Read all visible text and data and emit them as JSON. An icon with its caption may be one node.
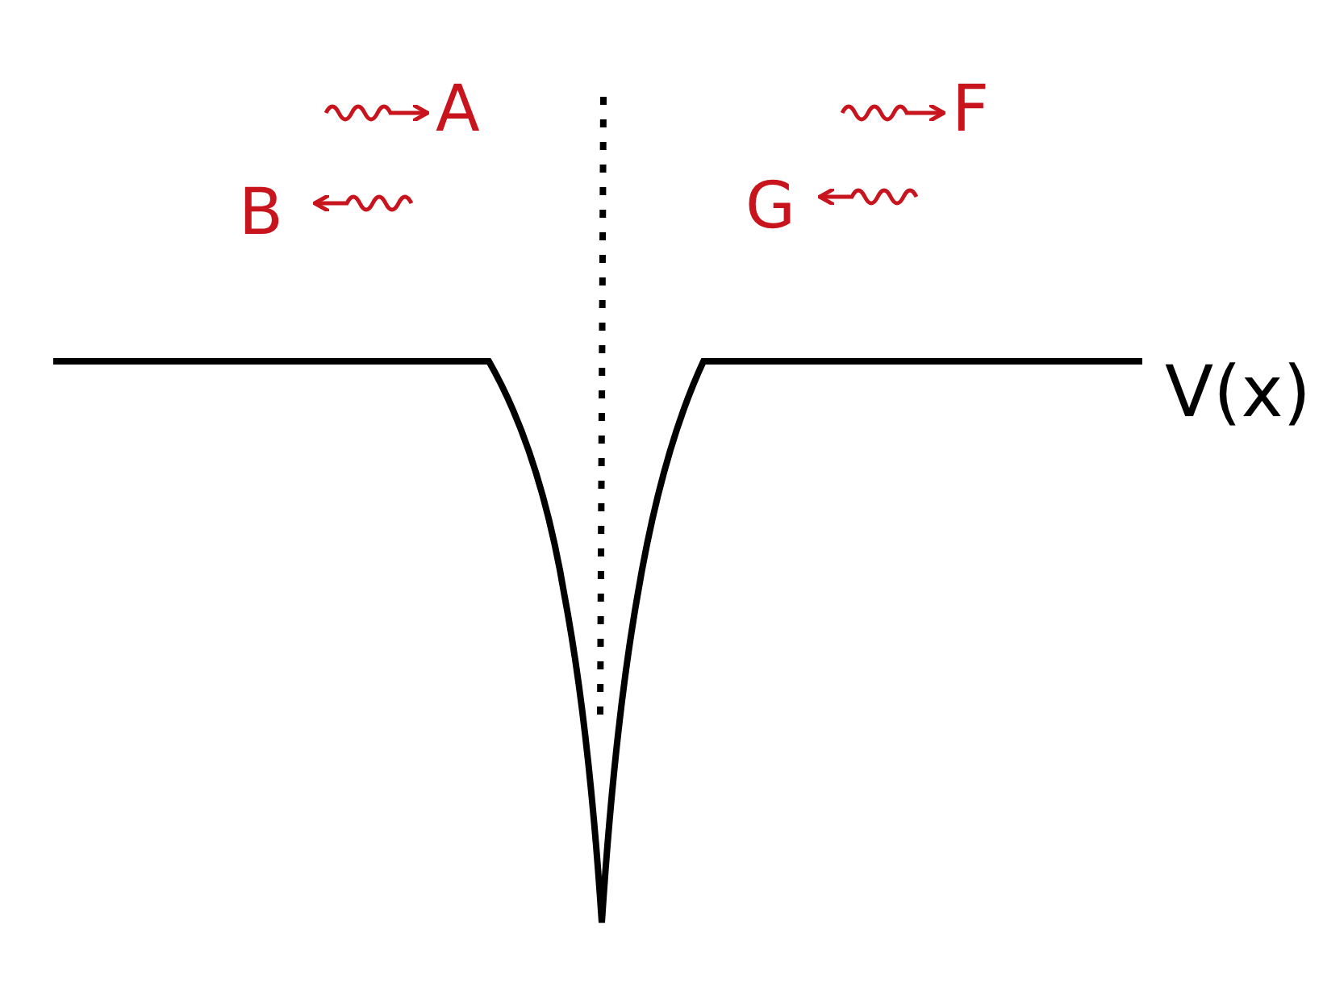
{
  "diagram": {
    "labels": [
      "A",
      "F",
      "B",
      "G",
      "V(x)"
    ]
  }
}
